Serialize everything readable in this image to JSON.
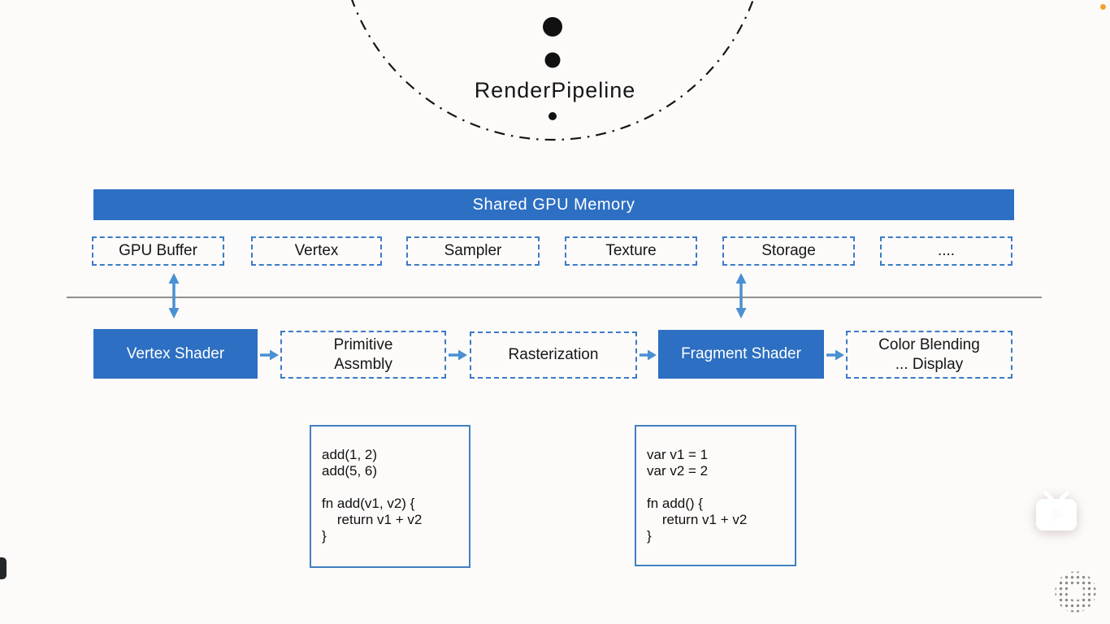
{
  "bubble": {
    "title": "RenderPipeline"
  },
  "memory": {
    "bar_label": "Shared GPU Memory",
    "items": [
      {
        "label": "GPU Buffer"
      },
      {
        "label": "Vertex"
      },
      {
        "label": "Sampler"
      },
      {
        "label": "Texture"
      },
      {
        "label": "Storage"
      },
      {
        "label": "...."
      }
    ]
  },
  "pipeline": {
    "stages": [
      {
        "lines": [
          "Vertex Shader"
        ],
        "style": "solid"
      },
      {
        "lines": [
          "Primitive",
          "Assmbly"
        ],
        "style": "dashed"
      },
      {
        "lines": [
          "Rasterization"
        ],
        "style": "dashed"
      },
      {
        "lines": [
          "Fragment Shader"
        ],
        "style": "solid"
      },
      {
        "lines": [
          "Color Blending",
          "... Display"
        ],
        "style": "dashed"
      }
    ]
  },
  "code_boxes": [
    {
      "lines": [
        "add(1, 2)",
        "add(5, 6)",
        "",
        "fn add(v1, v2) {",
        "    return v1 + v2",
        "}"
      ]
    },
    {
      "lines": [
        "var v1 = 1",
        "var v2 = 2",
        "",
        "fn add() {",
        "    return v1 + v2",
        "}"
      ]
    }
  ],
  "colors": {
    "primary_blue": "#2d6fc2",
    "arrow_blue": "#4a90d2",
    "dashed_border_blue": "#3a7bc8",
    "divider_gray": "#8f8f8f",
    "ink_black": "#161616",
    "notification_orange": "#f2a231"
  },
  "icons": [
    "tv-play-icon",
    "halftone-ring-icon",
    "side-tab-handle",
    "orange-dot",
    "dash-dot-circle",
    "ellipsis-dots"
  ]
}
